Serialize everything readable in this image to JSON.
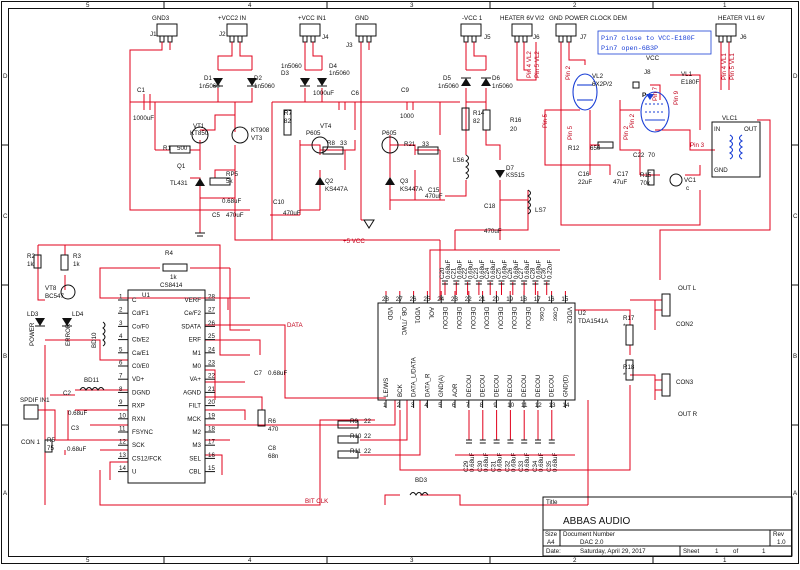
{
  "border": {
    "columns": [
      "5",
      "4",
      "3",
      "2",
      "1"
    ],
    "rows": [
      "D",
      "C",
      "B",
      "A"
    ]
  },
  "connectors": {
    "j1": {
      "ref": "J1",
      "name": "GND3"
    },
    "j2": {
      "ref": "J2",
      "name": "+VCC2 IN"
    },
    "j4": {
      "ref": "J4",
      "name": "+VCC IN1"
    },
    "j3": {
      "ref": "J3",
      "name": "GND"
    },
    "j5": {
      "ref": "J5",
      "name": "-VCC 1"
    },
    "j6a": {
      "ref": "J6",
      "name": "HEATER 6V"
    },
    "j6a_extra": "VI2",
    "j7": {
      "ref": "J7",
      "name": "GND"
    },
    "j7_extra": "POWER CLOCK DEM",
    "j6b": {
      "ref": "J6",
      "name": "HEATER VL1 6V"
    }
  },
  "note": {
    "line1": "Pin7 close to VCC-E180F",
    "line2": "Pin7 open-6B3P"
  },
  "power_parts": {
    "d1": {
      "ref": "D1",
      "val": "1n5060"
    },
    "d2": {
      "ref": "D2",
      "val": "1n5060"
    },
    "d3": {
      "ref": "D3",
      "val": "1n5060"
    },
    "d4": {
      "ref": "D4",
      "val": "1n5060"
    },
    "d5": {
      "ref": "D5",
      "val": "1n5060"
    },
    "d6": {
      "ref": "D6",
      "val": "1n5060"
    },
    "c1": {
      "ref": "C1",
      "val": "1000uF"
    },
    "c6": {
      "ref": "C6",
      "val": "1000uF"
    },
    "c9": {
      "ref": "C9",
      "val": "1000"
    },
    "vt1": {
      "ref": "VT1",
      "val": "KT850"
    },
    "vt3": {
      "ref": "VT3",
      "val": "KT908"
    },
    "r1": {
      "ref": "R1",
      "val": "500"
    },
    "q1": {
      "ref": "Q1",
      "val": "TL431"
    },
    "rp5": {
      "ref": "RP5",
      "val": "5k"
    },
    "c_068": {
      "ref": "",
      "val": "0.68uF"
    },
    "c5": {
      "ref": "C5",
      "val": "470uF"
    },
    "r7": {
      "ref": "R7",
      "val": "82"
    },
    "vt4": {
      "ref": "VT4",
      "val": "P605"
    },
    "r8": {
      "ref": "R8",
      "val": "33"
    },
    "q2": {
      "ref": "Q2",
      "val": "KS447A"
    },
    "c10": {
      "ref": "C10",
      "val": "470uF"
    },
    "vt5": {
      "ref": "",
      "val": "P605"
    },
    "r21": {
      "ref": "R21",
      "val": "33"
    },
    "q3": {
      "ref": "Q3",
      "val": "KS447A"
    },
    "c15": {
      "ref": "C15",
      "val": "470uF"
    },
    "r14": {
      "ref": "R14",
      "val": "82"
    },
    "r16": {
      "ref": "R16",
      "val": "20"
    },
    "ls6": {
      "ref": "LS6",
      "val": ""
    },
    "d7": {
      "ref": "D7",
      "val": "KS515"
    },
    "c18": {
      "ref": "C18",
      "val": "470uF"
    },
    "ls7": {
      "ref": "LS7",
      "val": ""
    }
  },
  "tube_parts": {
    "vl2": {
      "ref": "VL2",
      "val": "6X2P/2"
    },
    "vl1": {
      "ref": "VL1",
      "val": "E180F"
    },
    "j8": {
      "ref": "J8",
      "val": "VCC"
    },
    "r12": {
      "ref": "R12",
      "val": "650"
    },
    "c16": {
      "ref": "C16",
      "val": "22uF"
    },
    "c17": {
      "ref": "C17",
      "val": "47uF"
    },
    "r15": {
      "ref": "R15",
      "val": "70k"
    },
    "c22": {
      "ref": "C22",
      "val": "70"
    },
    "vc1": {
      "ref": "VC1",
      "val": "c"
    },
    "vlc1": {
      "ref": "VLC1",
      "in": "IN",
      "out": "OUT",
      "gnd": "GND"
    },
    "p_label": "P",
    "pin_labels": [
      "Pin 2",
      "Pin 5",
      "Pin 5",
      "Pin 2",
      "Pin 7",
      "Pin 9",
      "Pin 2",
      "Pin 3",
      "Pin 4 VL2",
      "Pin 5 VL2",
      "Pin 4 VL1",
      "Pin 5 VL1"
    ]
  },
  "u1": {
    "ref": "U1",
    "part": "CS8414",
    "left_pins": [
      {
        "n": "1",
        "name": "C"
      },
      {
        "n": "2",
        "name": "Cd/F1"
      },
      {
        "n": "3",
        "name": "Co/F0"
      },
      {
        "n": "4",
        "name": "Cb/E2"
      },
      {
        "n": "5",
        "name": "Ca/E1"
      },
      {
        "n": "6",
        "name": "C0/E0"
      },
      {
        "n": "7",
        "name": "VD+"
      },
      {
        "n": "8",
        "name": "DGND"
      },
      {
        "n": "9",
        "name": "RXP"
      },
      {
        "n": "10",
        "name": "RXN"
      },
      {
        "n": "11",
        "name": "FSYNC"
      },
      {
        "n": "12",
        "name": "SCK"
      },
      {
        "n": "13",
        "name": "CS12/FCK"
      },
      {
        "n": "14",
        "name": "U"
      }
    ],
    "right_pins": [
      {
        "n": "28",
        "name": "VERF"
      },
      {
        "n": "27",
        "name": "Ce/F2"
      },
      {
        "n": "26",
        "name": "SDATA"
      },
      {
        "n": "25",
        "name": "ERF"
      },
      {
        "n": "24",
        "name": "M1"
      },
      {
        "n": "23",
        "name": "M0"
      },
      {
        "n": "22",
        "name": "VA+"
      },
      {
        "n": "21",
        "name": "AGND"
      },
      {
        "n": "20",
        "name": "FILT"
      },
      {
        "n": "19",
        "name": "MCK"
      },
      {
        "n": "18",
        "name": "M2"
      },
      {
        "n": "17",
        "name": "M3"
      },
      {
        "n": "16",
        "name": "SEL"
      },
      {
        "n": "15",
        "name": "CBL"
      }
    ]
  },
  "input_parts": {
    "r2": {
      "ref": "R2",
      "val": "1k"
    },
    "r3": {
      "ref": "R3",
      "val": "1k"
    },
    "r4": {
      "ref": "R4",
      "val": "1k"
    },
    "vt8": {
      "ref": "VT8",
      "val": "BC547"
    },
    "ld3": {
      "ref": "LD3",
      "val": "POWER"
    },
    "ld4": {
      "ref": "LD4",
      "val": "ERROR"
    },
    "bd10": {
      "ref": "BD10",
      "val": ""
    },
    "bd11": {
      "ref": "BD11",
      "val": ""
    },
    "c2": {
      "ref": "C2",
      "val": "0.68uF"
    },
    "c3": {
      "ref": "C3",
      "val": "0.68uF"
    },
    "r5": {
      "ref": "R5",
      "val": "75"
    },
    "con1": {
      "ref": "CON 1",
      "val": "SPDIF IN1"
    },
    "c7": {
      "ref": "C7",
      "val": "0.68uF"
    },
    "r6": {
      "ref": "R6",
      "val": "470"
    },
    "c8": {
      "ref": "C8",
      "val": "68n"
    },
    "r9": {
      "ref": "R9",
      "val": "22"
    },
    "r10": {
      "ref": "R10",
      "val": "22"
    },
    "r11": {
      "ref": "R11",
      "val": "22"
    },
    "bd3": {
      "ref": "BD3",
      "val": ""
    }
  },
  "nets": {
    "vcc5": "+5 VCC",
    "data": "DATA",
    "bitclk": "BIT CLK"
  },
  "u2": {
    "ref": "U2",
    "part": "TDA1541A",
    "top_pins": [
      {
        "n": "28",
        "name": "VDD"
      },
      {
        "n": "27",
        "name": "OB_/TWC"
      },
      {
        "n": "26",
        "name": "VDD1"
      },
      {
        "n": "25",
        "name": "AOL"
      },
      {
        "n": "24",
        "name": "DECOU"
      },
      {
        "n": "23",
        "name": "DECOU"
      },
      {
        "n": "22",
        "name": "DECOU"
      },
      {
        "n": "21",
        "name": "DECOU"
      },
      {
        "n": "20",
        "name": "DECOU"
      },
      {
        "n": "19",
        "name": "DECOU"
      },
      {
        "n": "18",
        "name": "DECOU"
      },
      {
        "n": "17",
        "name": "Cosc"
      },
      {
        "n": "16",
        "name": "Cosc"
      },
      {
        "n": "15",
        "name": "VDD2"
      }
    ],
    "bottom_pins": [
      {
        "n": "1",
        "name": "LE/WS"
      },
      {
        "n": "2",
        "name": "BCK"
      },
      {
        "n": "3",
        "name": "DATA_L/DATA"
      },
      {
        "n": "4",
        "name": "DATA_R"
      },
      {
        "n": "5",
        "name": "GND(A)"
      },
      {
        "n": "6",
        "name": "AOR"
      },
      {
        "n": "7",
        "name": "DECOU"
      },
      {
        "n": "8",
        "name": "DECOU"
      },
      {
        "n": "9",
        "name": "DECOU"
      },
      {
        "n": "10",
        "name": "DECOU"
      },
      {
        "n": "11",
        "name": "DECOU"
      },
      {
        "n": "12",
        "name": "DECOU"
      },
      {
        "n": "13",
        "name": "DECOU"
      },
      {
        "n": "14",
        "name": "GND(D)"
      }
    ],
    "top_caps": [
      "C20",
      "C21",
      "C22",
      "C23",
      "C24",
      "C25",
      "C26",
      "C27",
      "C28",
      "C36"
    ],
    "top_cap_val": "0.68uF",
    "c36_val": "0.22uF",
    "bottom_caps": [
      "C29",
      "C30",
      "C31",
      "C32",
      "C33",
      "C34",
      "C35"
    ],
    "bottom_cap_val": "0.68uF"
  },
  "outputs": {
    "out_l": {
      "label": "OUT L",
      "con": "CON2"
    },
    "out_r": {
      "label": "OUT R",
      "con": "CON3"
    },
    "r17": {
      "ref": "R17",
      "val": "*"
    },
    "r18": {
      "ref": "R18",
      "val": "*"
    }
  },
  "titleblock": {
    "title_label": "Title",
    "title": "ABBAS AUDIO",
    "size_label": "Size",
    "size": "A4",
    "docnum_label": "Document Number",
    "docnum": "DAC 2.0",
    "rev_label": "Rev",
    "rev": "1.0",
    "date_label": "Date:",
    "date": "Saturday, April 29, 2017",
    "sheet_label": "Sheet",
    "sheet": "1",
    "of_label": "of",
    "of": "1"
  }
}
